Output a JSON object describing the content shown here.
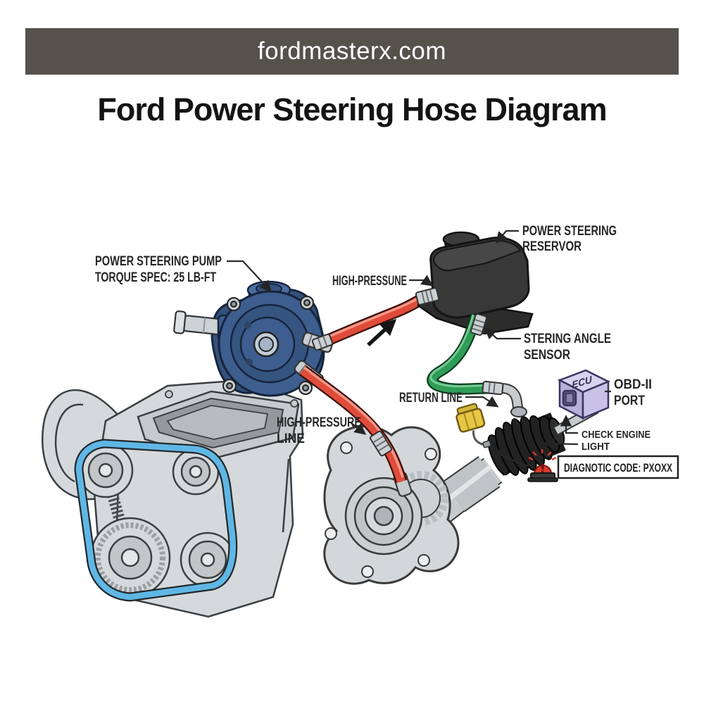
{
  "banner": {
    "site_name": "fordmasterx.com"
  },
  "title": "Ford Power Steering Hose Diagram",
  "diagram": {
    "labels": {
      "pump": {
        "line1": "POWER STEERING PUMP",
        "line2": "TORQUE SPEC: 25 LB-FT"
      },
      "high_pressure_hose": {
        "line1": "HIGH-PRESSUNE"
      },
      "reservoir": {
        "line1": "POWER STEERING",
        "line2": "RESERVOR"
      },
      "steering_angle_sensor": {
        "line1": "STERING ANGLE",
        "line2": "SENSOR"
      },
      "return_line": {
        "line1": "RETURN LINE"
      },
      "high_pressure_line": {
        "line1": "HIGH-PRESSURE",
        "line2": "LINE"
      },
      "obd_port": {
        "line1": "OBD-II",
        "line2": "PORT"
      },
      "ecu": {
        "text": "ECU"
      },
      "check_engine": {
        "line1": "CHECK ENGINE",
        "line2": "LIGHT"
      },
      "diagnostic_code": {
        "text": "DIAGNOTIC CODE: PXOXX"
      }
    },
    "colors": {
      "banner_bg": "#55524b",
      "banner_text": "#ffffff",
      "title_text": "#141414",
      "label_text": "#262626",
      "high_pressure_hose": "#e04c3a",
      "return_hose": "#2f9d57",
      "pump_body": "#3d5e8e",
      "reservoir_body": "#383838",
      "engine_body": "#d6d9db",
      "serpentine_belt": "#5fb7e5",
      "ecu_body": "#c9c2e6",
      "connector_yellow": "#e6c644",
      "warning_light_red": "#d63a2c"
    }
  }
}
